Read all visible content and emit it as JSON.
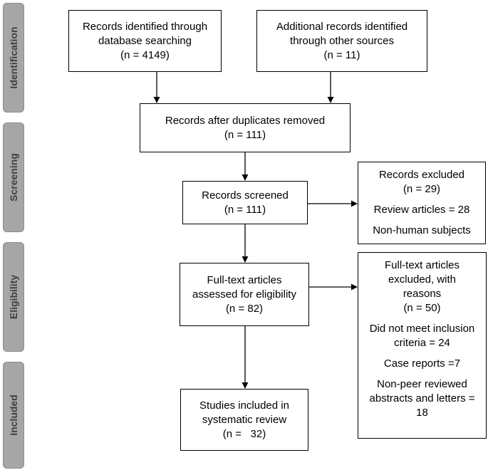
{
  "phases": {
    "identification": "Identification",
    "screening": "Screening",
    "eligibility": "Eligibility",
    "included": "Included"
  },
  "boxes": {
    "db_search": [
      "Records identified through",
      "database searching",
      "(n = 4149)"
    ],
    "other_sources": [
      "Additional records identified",
      "through other sources",
      "(n = 11)"
    ],
    "after_duplicates": [
      "Records after duplicates removed",
      "(n = 111)"
    ],
    "screened": [
      "Records screened",
      "(n = 111)"
    ],
    "records_excluded": {
      "title": [
        "Records excluded",
        "(n = 29)"
      ],
      "review": "Review articles = 28",
      "nonhuman": "Non-human subjects"
    },
    "fulltext_assessed": [
      "Full-text articles",
      "assessed for eligibility",
      "(n = 82)"
    ],
    "fulltext_excluded": {
      "title": [
        "Full-text articles",
        "excluded, with",
        "reasons",
        "(n = 50)"
      ],
      "inclusion": [
        "Did not meet inclusion",
        "criteria = 24"
      ],
      "case": "Case reports =7",
      "nonpeer": [
        "Non-peer reviewed",
        "abstracts and letters =",
        "18"
      ]
    },
    "included": [
      "Studies included in",
      "systematic review",
      "(n =   32)"
    ]
  }
}
